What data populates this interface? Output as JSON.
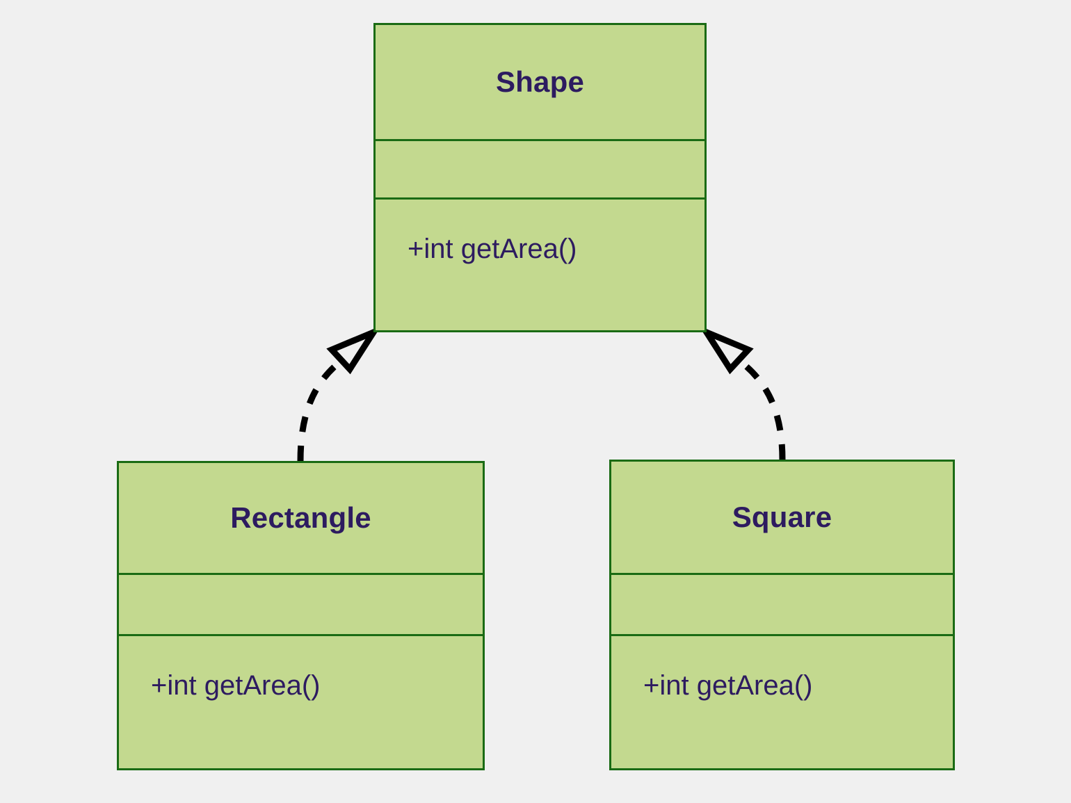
{
  "diagram": {
    "type": "uml-class-diagram",
    "background_color": "#f0f0f0",
    "class_fill_color": "#c3d98f",
    "class_border_color": "#1a6b14",
    "text_color": "#2d1b60",
    "connector_color": "#000000"
  },
  "classes": [
    {
      "id": "shape",
      "name": "Shape",
      "attributes": [],
      "operations": [
        "+int getArea()"
      ]
    },
    {
      "id": "rectangle",
      "name": "Rectangle",
      "attributes": [],
      "operations": [
        "+int getArea()"
      ]
    },
    {
      "id": "square",
      "name": "Square",
      "attributes": [],
      "operations": [
        "+int getArea()"
      ]
    }
  ],
  "relationships": [
    {
      "id": "rectangle-realizes-shape",
      "type": "realization",
      "line_style": "dashed",
      "arrowhead": "hollow-triangle",
      "source": "Rectangle",
      "target": "Shape"
    },
    {
      "id": "square-realizes-shape",
      "type": "realization",
      "line_style": "dashed",
      "arrowhead": "hollow-triangle",
      "source": "Square",
      "target": "Shape"
    }
  ]
}
